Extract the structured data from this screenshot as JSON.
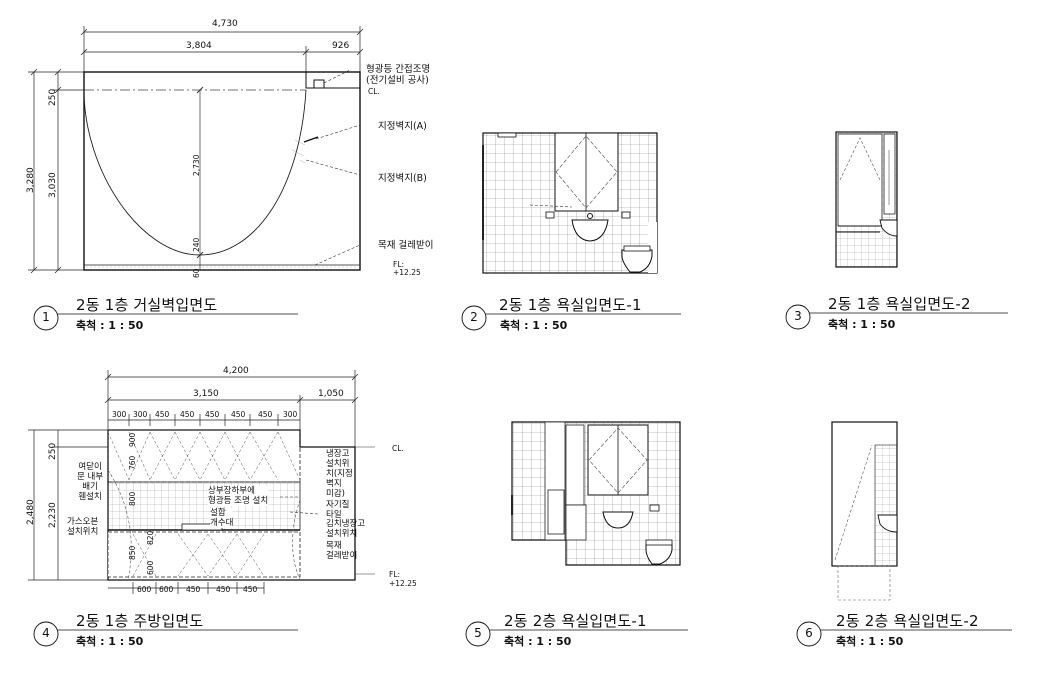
{
  "drawings": [
    {
      "number": "1",
      "title": "2동 1층 거실벽입면도",
      "scale": "축척 : 1 : 50"
    },
    {
      "number": "2",
      "title": "2동 1층 욕실입면도-1",
      "scale": "축척 : 1 : 50"
    },
    {
      "number": "3",
      "title": "2동 1층 욕실입면도-2",
      "scale": "축척 : 1 : 50"
    },
    {
      "number": "4",
      "title": "2동 1층 주방입면도",
      "scale": "축척 : 1 : 50"
    },
    {
      "number": "5",
      "title": "2동 2층 욕실입면도-1",
      "scale": "축척 : 1 : 50"
    },
    {
      "number": "6",
      "title": "2동 2층 욕실입면도-2",
      "scale": "축척 : 1 : 50"
    }
  ],
  "living": {
    "dim_total": "4,730",
    "dim_left": "3,804",
    "dim_right": "926",
    "dim_height_total": "3,280",
    "dim_top": "250",
    "dim_main": "3,030",
    "dim_inner": "2,730",
    "dim_low": "240",
    "dim_base": "60",
    "note_light_1": "형광등 간접조명",
    "note_light_2": "(전기설비 공사)",
    "cl": "CL.",
    "wall_a": "지정벽지(A)",
    "wall_b": "지정벽지(B)",
    "baseboard": "목재 걸레받이",
    "fl": "FL:",
    "fl_level": "+12.25"
  },
  "kitchen": {
    "dim_total": "4,200",
    "dim_left": "3,150",
    "dim_right": "1,050",
    "top_mods": [
      "300",
      "300",
      "450",
      "450",
      "450",
      "450",
      "450",
      "300"
    ],
    "bot_mods": [
      "600",
      "600",
      "450",
      "450",
      "450"
    ],
    "dim_height_total": "2,480",
    "dim_top": "250",
    "dim_main": "2,230",
    "v_900": "900",
    "v_760": "760",
    "v_600": "600",
    "v_800": "800",
    "v_850": "850",
    "v_820": "820",
    "note_hood": [
      "여닫이",
      "문 내부",
      "배기",
      "휀설치"
    ],
    "note_gas": [
      "가스오븐",
      "설치위치"
    ],
    "note_upper": [
      "상부장하부에",
      "형광등 조명 설치"
    ],
    "note_sink": [
      "설합",
      "개수대"
    ],
    "note_fridge": [
      "냉장고",
      "설치위",
      "치(지정",
      "벽지",
      "미감)"
    ],
    "note_tile": [
      "자기질",
      "타일"
    ],
    "note_fridge2": [
      "김치냉장고",
      "설치위치"
    ],
    "baseboard": [
      "목재",
      "걸레받이"
    ],
    "cl": "CL.",
    "fl": "FL:",
    "fl_level": "+12.25"
  }
}
